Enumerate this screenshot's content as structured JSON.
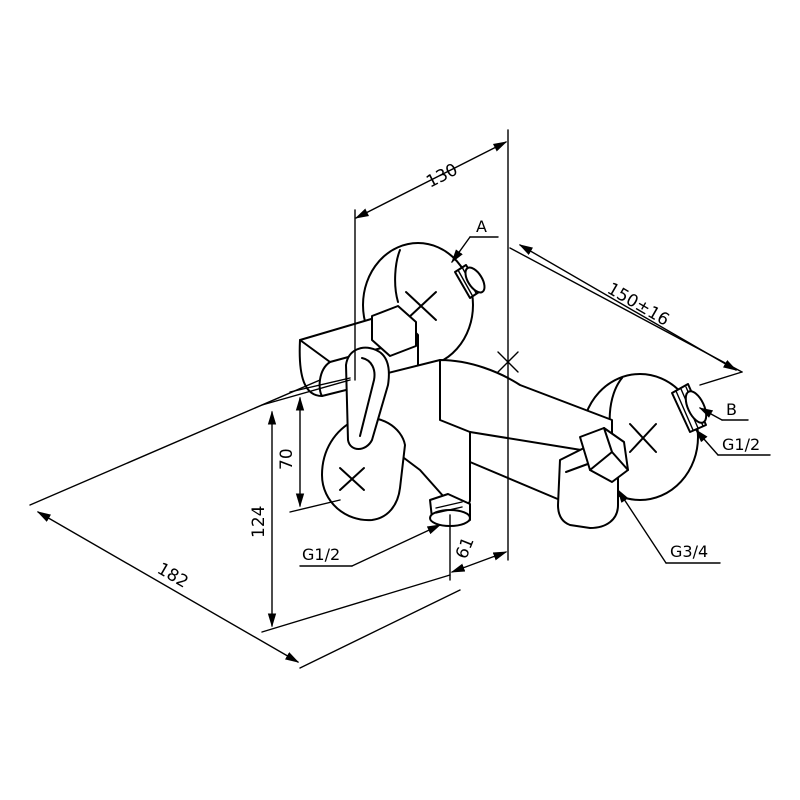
{
  "dimensions": {
    "width_130": "130",
    "depth_150": "150±16",
    "length_182": "182",
    "height_124": "124",
    "height_70": "70",
    "offset_61": "61"
  },
  "callouts": {
    "a": "A",
    "b": "B",
    "g12_right": "G1/2",
    "g12_left": "G1/2",
    "g34": "G3/4"
  }
}
